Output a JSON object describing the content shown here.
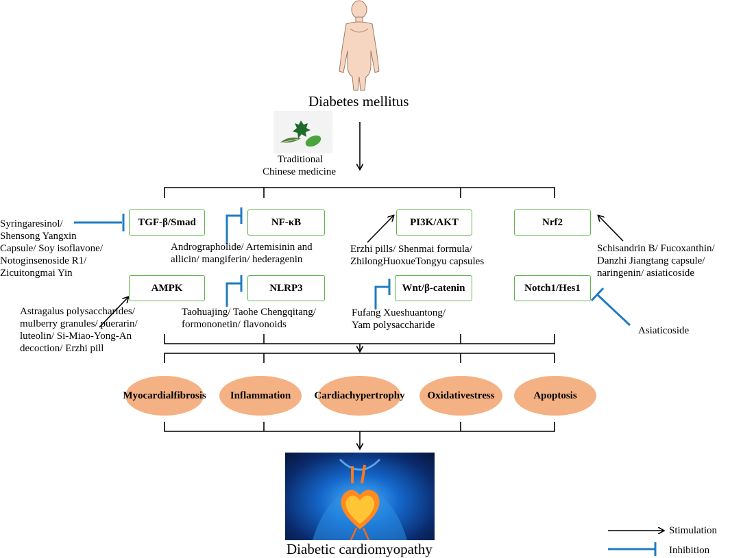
{
  "top": {
    "title": "Diabetes mellitus",
    "tcm_label_1": "Traditional",
    "tcm_label_2": "Chinese medicine"
  },
  "pathways": [
    "TGF-β/Smad",
    "NF-κB",
    "PI3K/AKT",
    "Nrf2",
    "AMPK",
    "NLRP3",
    "Wnt/β-catenin",
    "Notch1/Hes1"
  ],
  "compounds": {
    "tgf": [
      "Syringaresinol/",
      "Shensong Yangxin",
      "Capsule/ Soy isoflavone/",
      "Notoginsenoside R1/",
      "Zicuitongmai Yin"
    ],
    "nfkb": [
      "Andrographolide/ Artemisinin and",
      "allicin/ mangiferin/ hederagenin"
    ],
    "pi3k": [
      "Erzhi pills/ Shenmai formula/",
      "ZhilongHuoxueTongyu capsules"
    ],
    "nrf2": [
      "Schisandrin B/ Fucoxanthin/",
      "Danzhi Jiangtang capsule/",
      "naringenin/ asiaticoside"
    ],
    "ampk": [
      "Astragalus polysaccharides/",
      "mulberry granules/ puerarin/",
      "luteolin/ Si-Miao-Yong-An",
      "decoction/ Erzhi pill"
    ],
    "nlrp3": [
      "Taohuajing/ Taohe Chengqitang/",
      "formononetin/ flavonoids"
    ],
    "wnt": [
      "Fufang Xueshuantong/",
      "Yam polysaccharide"
    ],
    "notch": "Asiaticoside"
  },
  "outcomes": [
    [
      "Myocardial",
      "fibrosis"
    ],
    [
      "Inflammation"
    ],
    [
      "Cardiac",
      "hypertrophy"
    ],
    [
      "Oxidative",
      "stress"
    ],
    [
      "Apoptosis"
    ]
  ],
  "bottom": {
    "title": "Diabetic cardiomyopathy"
  },
  "legend": {
    "stimulation": "Stimulation",
    "inhibition": "Inhibition"
  },
  "colors": {
    "box_border": "#5fb24a",
    "ellipse_fill": "#f4b184",
    "inhibition": "#1f7bc2",
    "stimulation": "#000000"
  }
}
